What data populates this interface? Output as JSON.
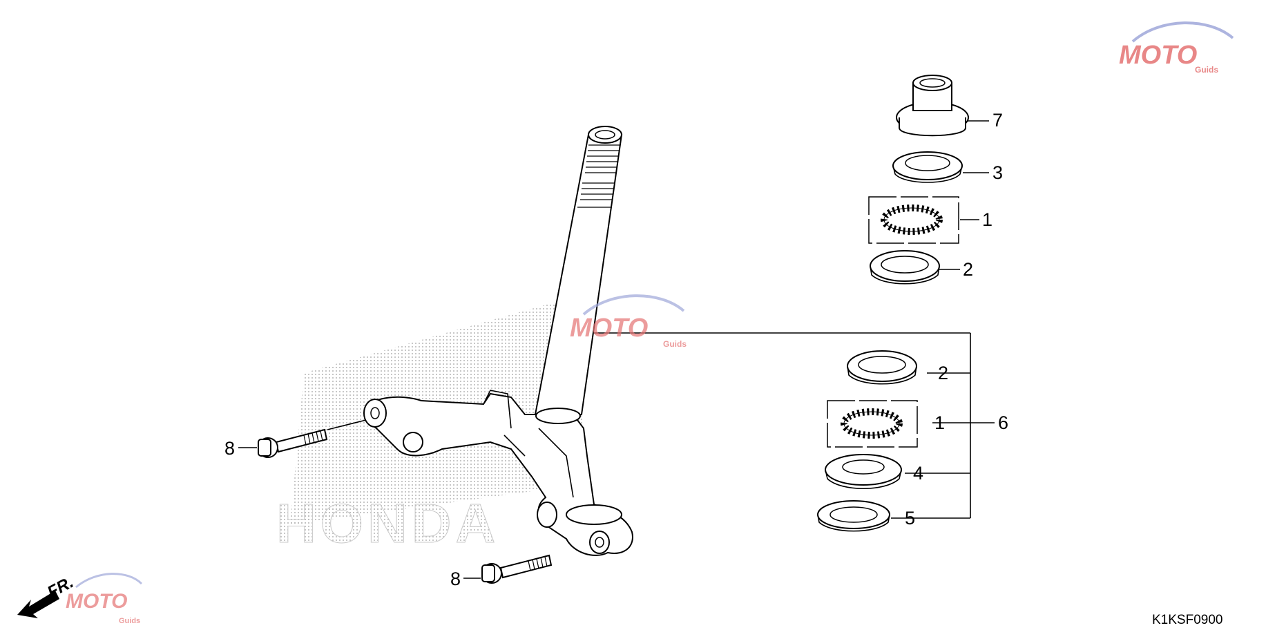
{
  "diagram": {
    "callouts": {
      "c7": "7",
      "c3": "3",
      "c1_top": "1",
      "c2_top": "2",
      "c2_bottom": "2",
      "c1_bottom": "1",
      "c6": "6",
      "c4": "4",
      "c5": "5",
      "c8_left": "8",
      "c8_bottom": "8"
    },
    "direction_label": "FR.",
    "drawing_code": "K1KSF0900",
    "background_logo": "HONDA",
    "watermark": {
      "main": "MOTO",
      "sub": "Guids"
    },
    "colors": {
      "ink": "#000000",
      "halftone": "#b5b5b5",
      "watermark_red": "#e57373",
      "watermark_blue": "#9fa8da"
    }
  }
}
